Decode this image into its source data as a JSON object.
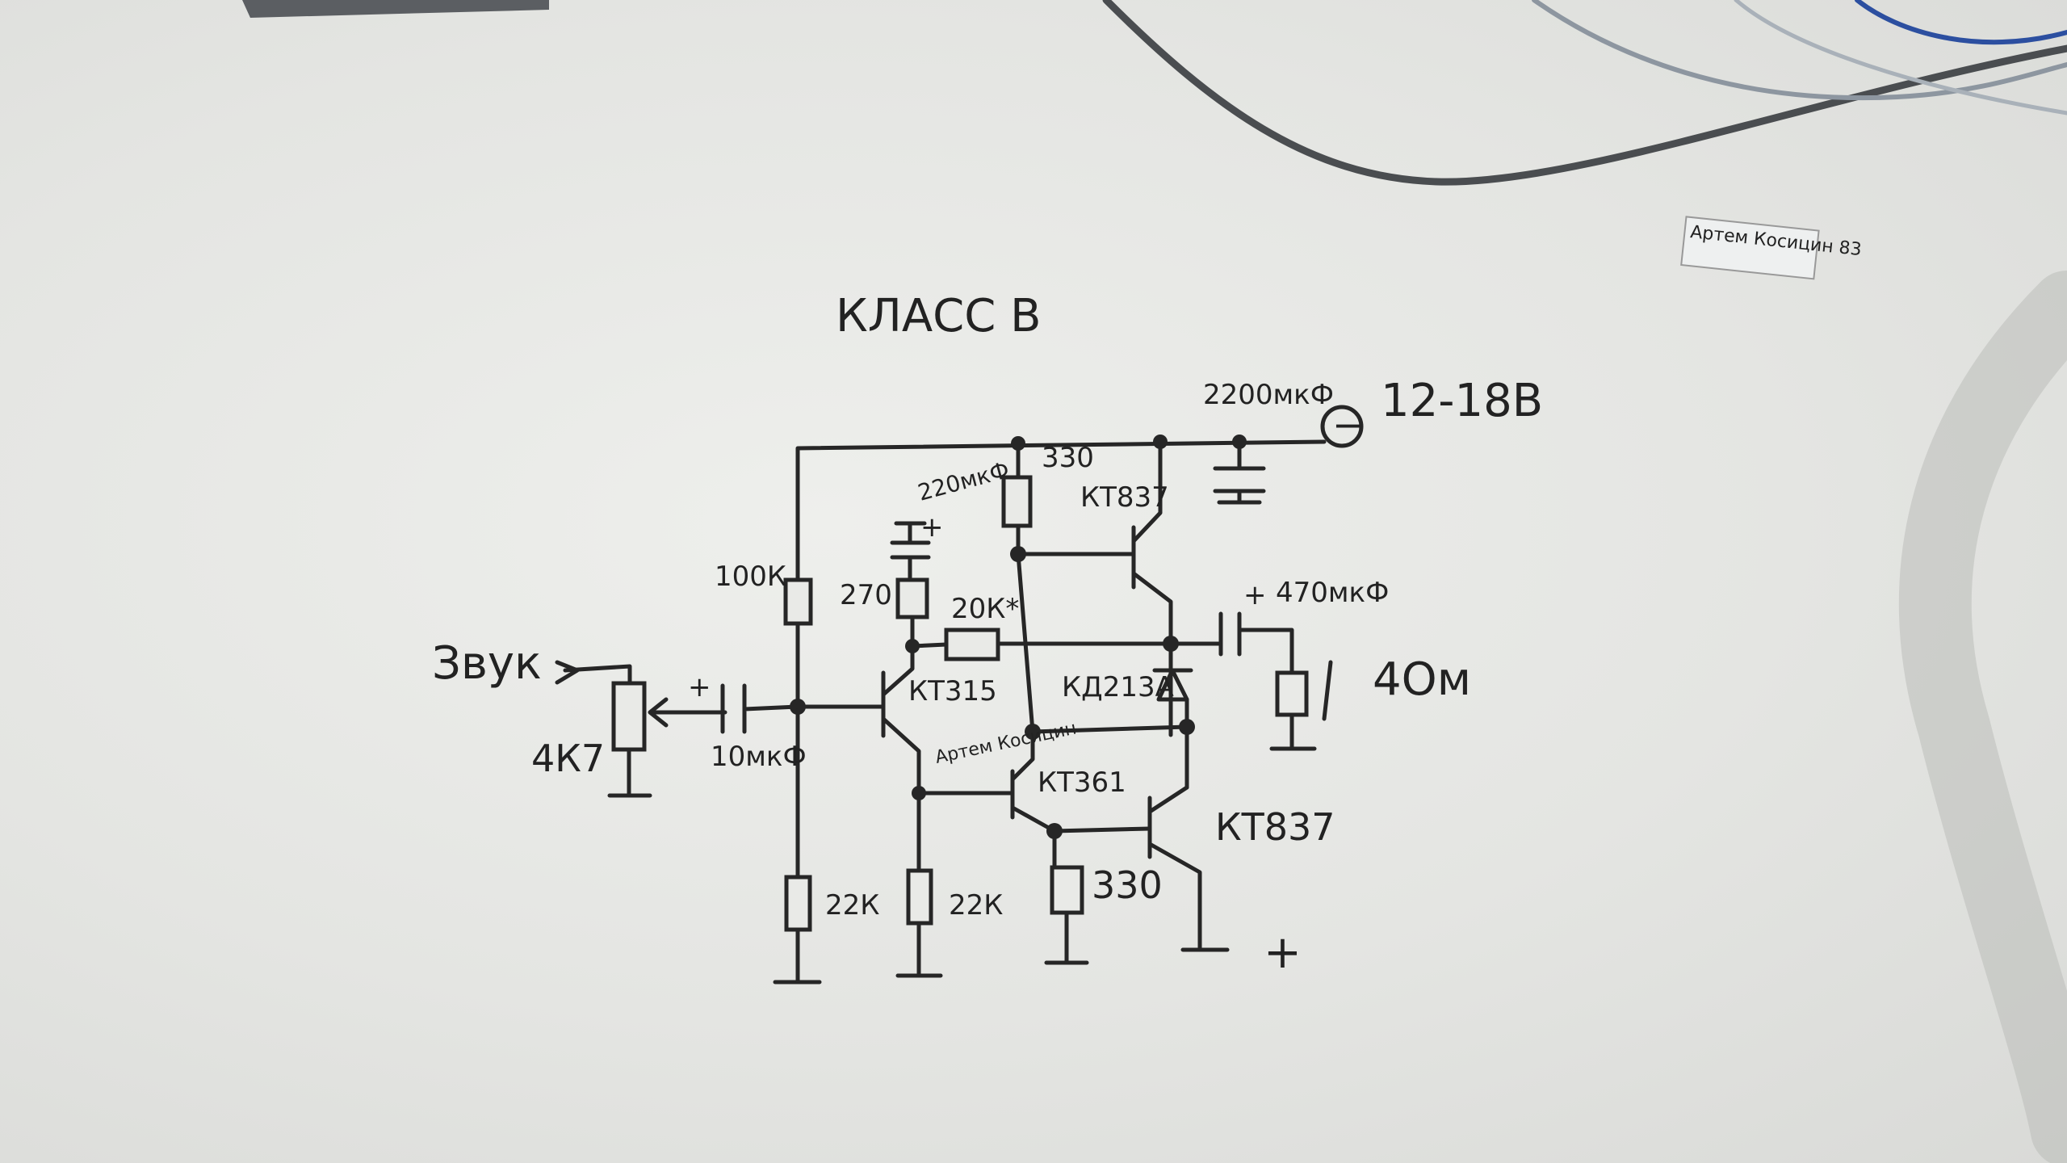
{
  "title": "КЛАСС В",
  "supply": {
    "voltage": "12-18В",
    "filter_cap": "2200мкФ",
    "terminal_symbol": "−"
  },
  "input": {
    "label": "Звук",
    "pot": "4К7",
    "coupling_cap": "10мкФ",
    "cap_plus": "+"
  },
  "bias": {
    "top_resistor": "100К",
    "bottom_resistor": "22К"
  },
  "driver": {
    "transistor": "КТ315",
    "emitter_resistor": "22К",
    "collector_resistor": "270",
    "feedback_resistor": "20К*",
    "bootstrap_cap_plus": "+"
  },
  "output_stage": {
    "upper_transistor": "КТ837",
    "upper_resistor": "330",
    "bootstrap_cap": "220мкФ",
    "diode": "КД213А",
    "phase_transistor": "КТ361",
    "lower_transistor": "КТ837",
    "lower_resistor": "330",
    "lower_supply": "+"
  },
  "load": {
    "output_cap": "470мкФ",
    "output_cap_plus": "+",
    "speaker": "4Ом"
  },
  "signature": {
    "inline": "Артем Косицин",
    "tag": "Артем Косицин 83"
  }
}
